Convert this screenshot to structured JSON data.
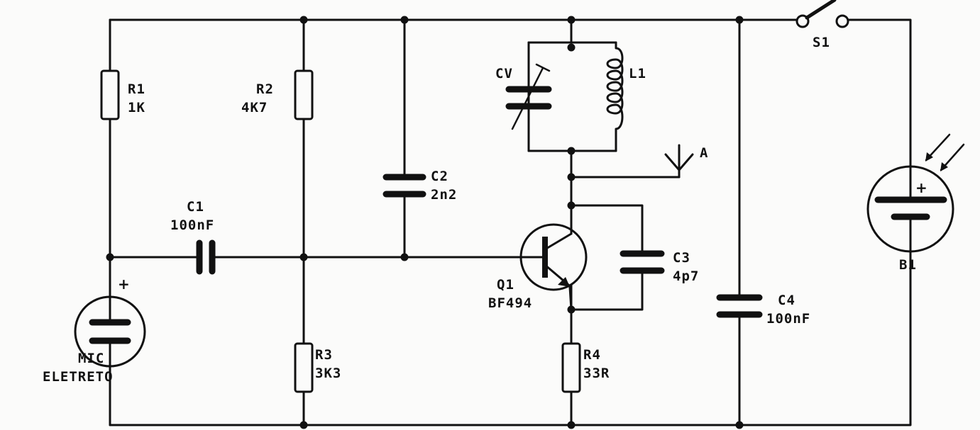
{
  "components": {
    "r1": {
      "ref": "R1",
      "value": "1K"
    },
    "r2": {
      "ref": "R2",
      "value": "4K7"
    },
    "r3": {
      "ref": "R3",
      "value": "3K3"
    },
    "r4": {
      "ref": "R4",
      "value": "33R"
    },
    "c1": {
      "ref": "C1",
      "value": "100nF"
    },
    "c2": {
      "ref": "C2",
      "value": "2n2"
    },
    "c3": {
      "ref": "C3",
      "value": "4p7"
    },
    "c4": {
      "ref": "C4",
      "value": "100nF"
    },
    "cv": {
      "ref": "CV"
    },
    "l1": {
      "ref": "L1"
    },
    "q1": {
      "ref": "Q1",
      "value": "BF494"
    },
    "mic": {
      "line1": "MIC",
      "line2": "ELETRETO",
      "polarity": "+"
    },
    "s1": {
      "ref": "S1"
    },
    "b1": {
      "ref": "B1",
      "polarity": "+"
    },
    "antenna": {
      "ref": "A"
    }
  },
  "colors": {
    "ink": "#111111",
    "paper": "#fbfbfa"
  }
}
